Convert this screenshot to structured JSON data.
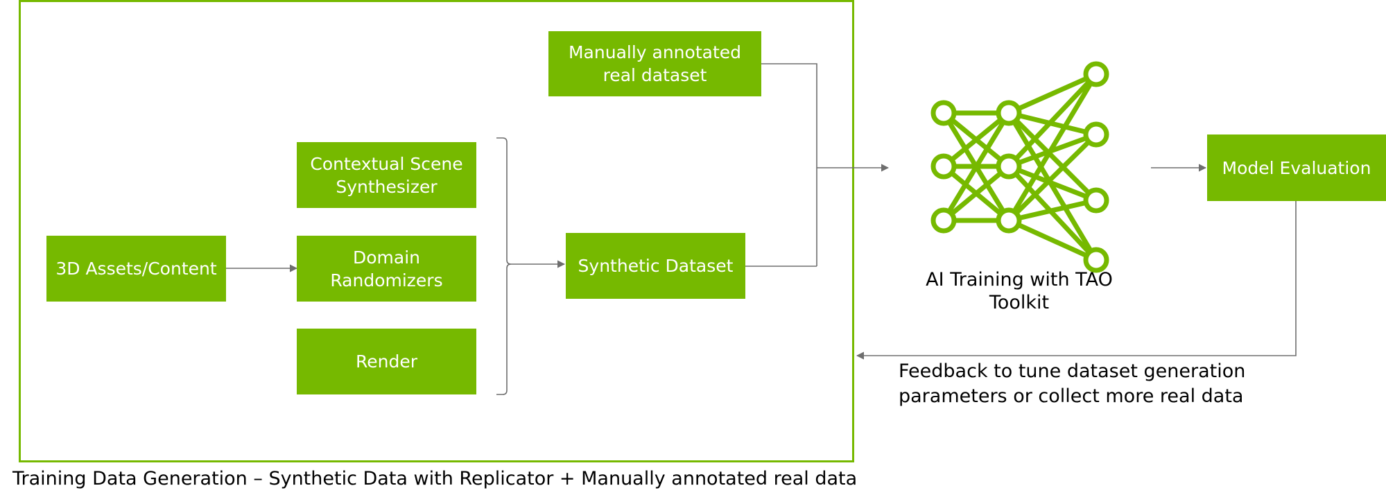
{
  "colors": {
    "accent": "#76b900",
    "line": "#6e6e6e",
    "text": "#000000",
    "box_text": "#ffffff"
  },
  "nodes": {
    "manual_dataset": "Manually annotated real dataset",
    "contextual_scene": "Contextual Scene Synthesizer",
    "assets": "3D Assets/Content",
    "domain_randomizers": "Domain Randomizers",
    "render": "Render",
    "synthetic_dataset": "Synthetic Dataset",
    "model_evaluation": "Model Evaluation"
  },
  "ai_training": {
    "icon": "neural-network-icon",
    "label": "AI Training with TAO Toolkit"
  },
  "feedback_label": "Feedback to tune dataset generation parameters or collect more real data",
  "caption": "Training Data Generation – Synthetic Data with Replicator + Manually annotated real data"
}
